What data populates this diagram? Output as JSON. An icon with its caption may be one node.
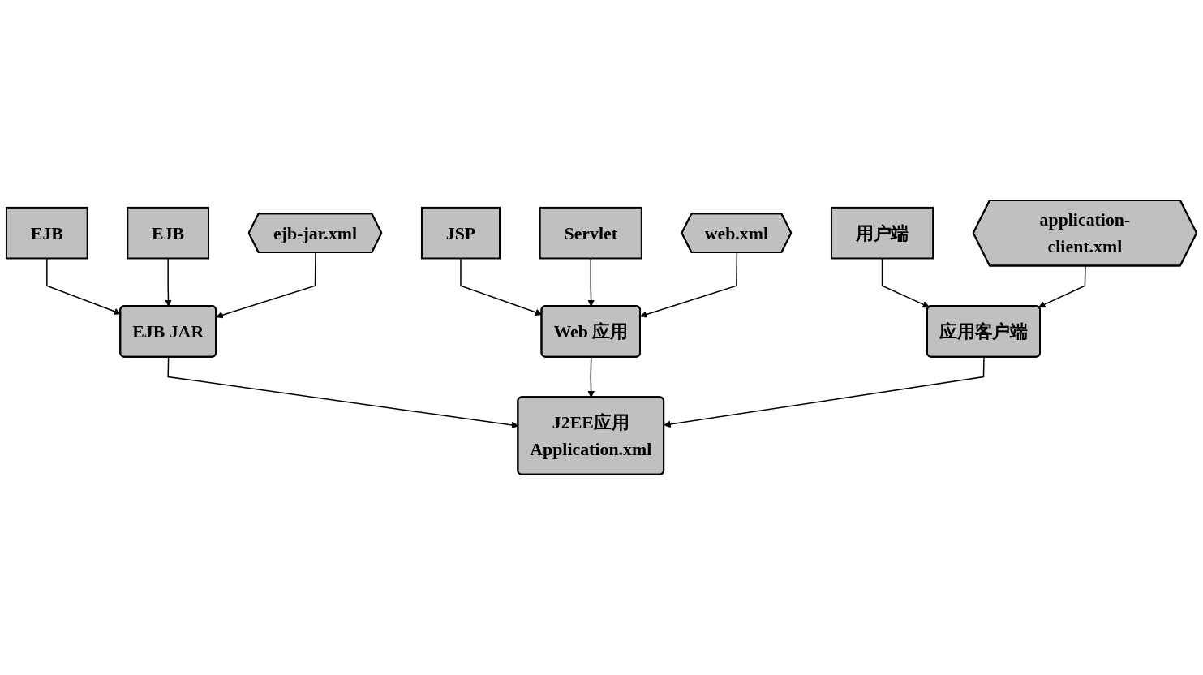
{
  "diagram": {
    "nodes": [
      {
        "text": [
          "EJB"
        ]
      },
      {
        "text": [
          "EJB"
        ]
      },
      {
        "text": [
          "JSP"
        ]
      },
      {
        "text": [
          "Servlet"
        ]
      },
      {
        "text": [
          "用户端"
        ]
      },
      {
        "text": [
          "EJB JAR"
        ]
      },
      {
        "text": [
          "Web 应用"
        ]
      },
      {
        "text": [
          "应用客户端"
        ]
      },
      {
        "text": [
          "ejb-jar.xml"
        ]
      },
      {
        "text": [
          "web.xml"
        ]
      },
      {
        "text": [
          "application-client.xml"
        ]
      },
      {
        "text": [
          "J2EE应用",
          "Application.xml"
        ]
      }
    ],
    "edges": [
      {
        "from": 0,
        "to": 5,
        "arrow": "to"
      },
      {
        "from": 1,
        "to": 5,
        "arrow": "to"
      },
      {
        "from": 2,
        "to": 6,
        "arrow": "to"
      },
      {
        "from": 3,
        "to": 6,
        "arrow": "to"
      },
      {
        "from": 4,
        "to": 7,
        "arrow": "to"
      },
      {
        "from": 8,
        "to": 5,
        "arrow": "to"
      },
      {
        "from": 9,
        "to": 6,
        "arrow": "to"
      },
      {
        "from": 10,
        "to": 7,
        "arrow": "to"
      },
      {
        "from": 5,
        "to": 11,
        "arrow": "to"
      },
      {
        "from": 6,
        "to": 11,
        "arrow": "to"
      },
      {
        "from": 7,
        "to": 11,
        "arrow": "to"
      }
    ]
  }
}
